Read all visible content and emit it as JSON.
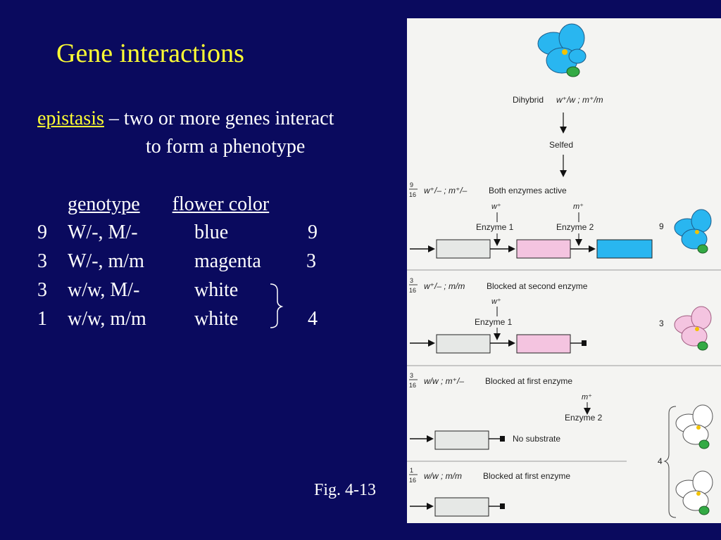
{
  "slide": {
    "title": "Gene interactions",
    "definition": {
      "term": "epistasis",
      "rest_line1": " – two or more genes interact",
      "rest_line2": "to form a phenotype"
    },
    "table": {
      "header_genotype": "genotype",
      "header_color": "flower color",
      "rows": [
        {
          "ratio": "9",
          "genotype": "W/-, M/-",
          "color": "blue",
          "total": "9"
        },
        {
          "ratio": "3",
          "genotype": "W/-, m/m",
          "color": "magenta",
          "total": "3"
        },
        {
          "ratio": "3",
          "genotype": "w/w, M/-",
          "color": "white",
          "total": ""
        },
        {
          "ratio": "1",
          "genotype": "w/w, m/m",
          "color": "white",
          "total": "4"
        }
      ]
    },
    "figure_caption": "Fig. 4-13"
  },
  "figure": {
    "dihybrid_label": "Dihybrid",
    "dihybrid_genotype": "w⁺/w ; m⁺/m",
    "selfed_label": "Selfed",
    "panels": [
      {
        "frac_num": "9",
        "frac_den": "16",
        "genotype": "w⁺/– ; m⁺/–",
        "description": "Both enzymes active",
        "allele1": "w⁺",
        "enzyme1": "Enzyme 1",
        "allele2": "m⁺",
        "enzyme2": "Enzyme 2",
        "count": "9"
      },
      {
        "frac_num": "3",
        "frac_den": "16",
        "genotype": "w⁺/– ; m/m",
        "description": "Blocked at second enzyme",
        "allele1": "w⁺",
        "enzyme1": "Enzyme 1",
        "count": "3"
      },
      {
        "frac_num": "3",
        "frac_den": "16",
        "genotype": "w/w ; m⁺/–",
        "description": "Blocked at first enzyme",
        "allele2": "m⁺",
        "enzyme2": "Enzyme 2",
        "note": "No substrate"
      },
      {
        "frac_num": "1",
        "frac_den": "16",
        "genotype": "w/w ; m/m",
        "description": "Blocked at first enzyme"
      }
    ],
    "white_count": "4",
    "colors": {
      "blue": "#29b6f0",
      "magenta": "#f4c4e0",
      "white_box": "#e6e8e6",
      "green": "#33aa44",
      "center": "#f2c200"
    }
  }
}
